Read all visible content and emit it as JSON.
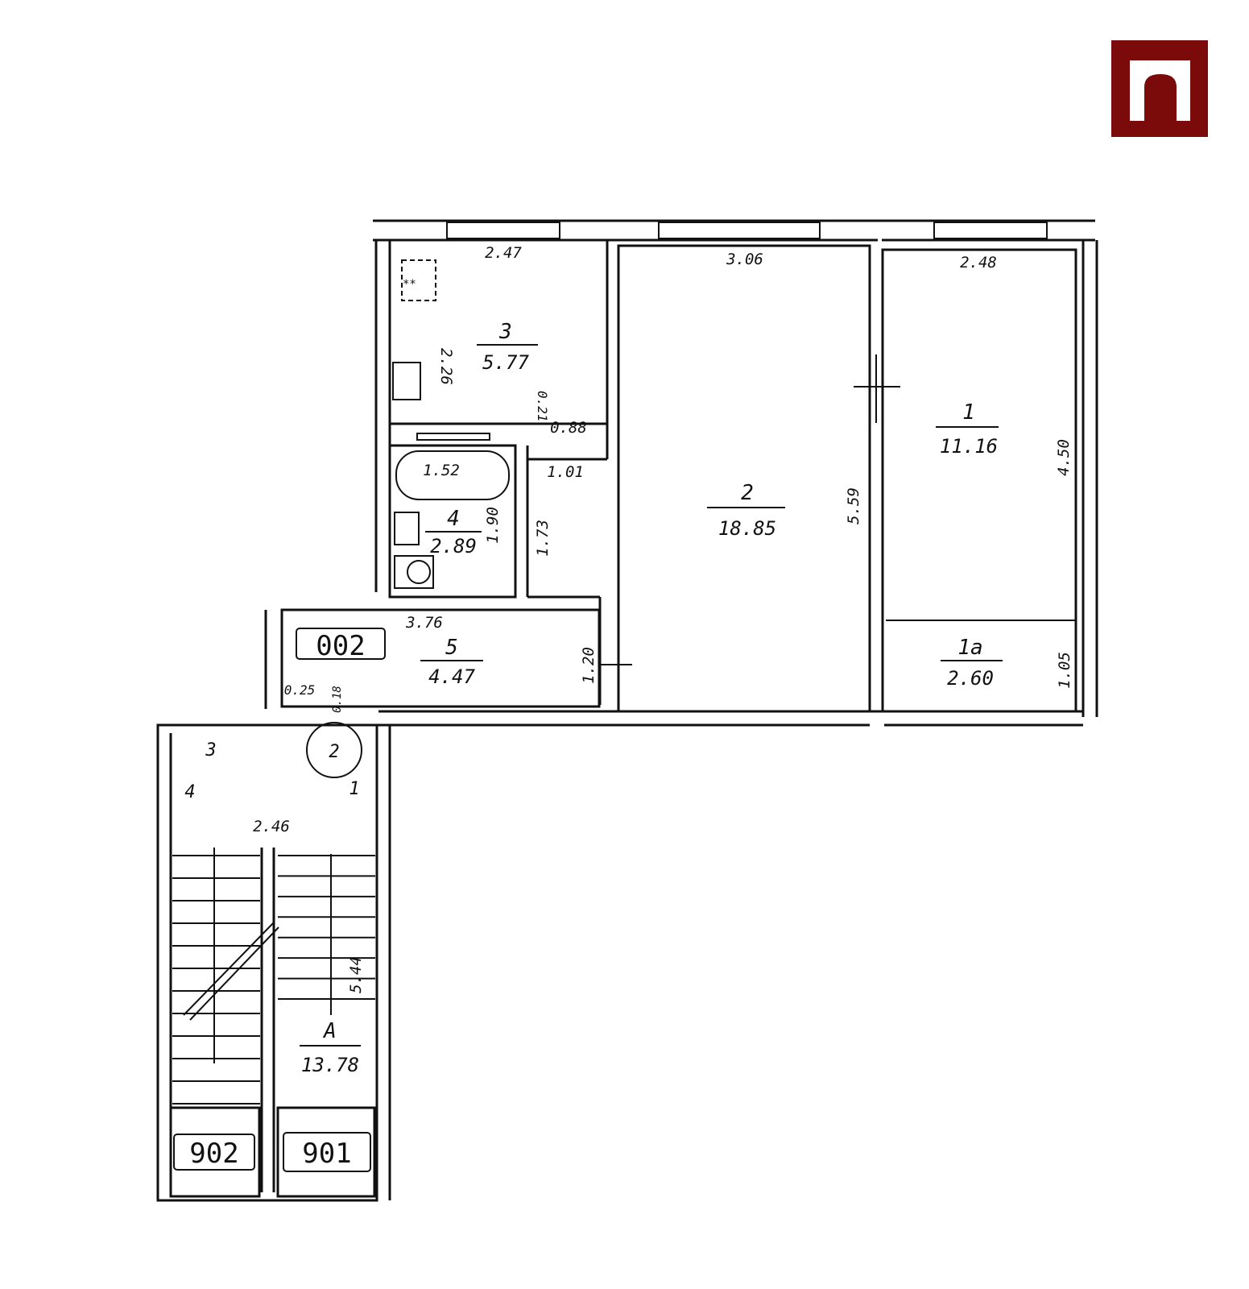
{
  "brand": {
    "color": "#7b0a0a"
  },
  "rooms": {
    "r1": {
      "number": "1",
      "area": "11.16"
    },
    "r1a": {
      "number": "1a",
      "area": "2.60"
    },
    "r2": {
      "number": "2",
      "area": "18.85"
    },
    "r3": {
      "number": "3",
      "area": "5.77"
    },
    "r4": {
      "number": "4",
      "area": "2.89"
    },
    "r5": {
      "number": "5",
      "area": "4.47"
    },
    "rA": {
      "number": "A",
      "area": "13.78"
    }
  },
  "dimensions": {
    "d247": "2.47",
    "d306": "3.06",
    "d248": "2.48",
    "d226": "2.26",
    "d021": "0.21",
    "d088": "0.88",
    "d101": "1.01",
    "d152": "1.52",
    "d190": "1.90",
    "d173": "1.73",
    "d559": "5.59",
    "d450": "4.50",
    "d105": "1.05",
    "d376": "3.76",
    "d120": "1.20",
    "d025": "0.25",
    "d018": "0.18",
    "d246": "2.46",
    "d544": "5.44"
  },
  "door_numbers": {
    "apt": "002",
    "left": "902",
    "right": "901"
  },
  "stair_marks": {
    "m1": "1",
    "m2": "2",
    "m3": "3",
    "m4": "4"
  }
}
